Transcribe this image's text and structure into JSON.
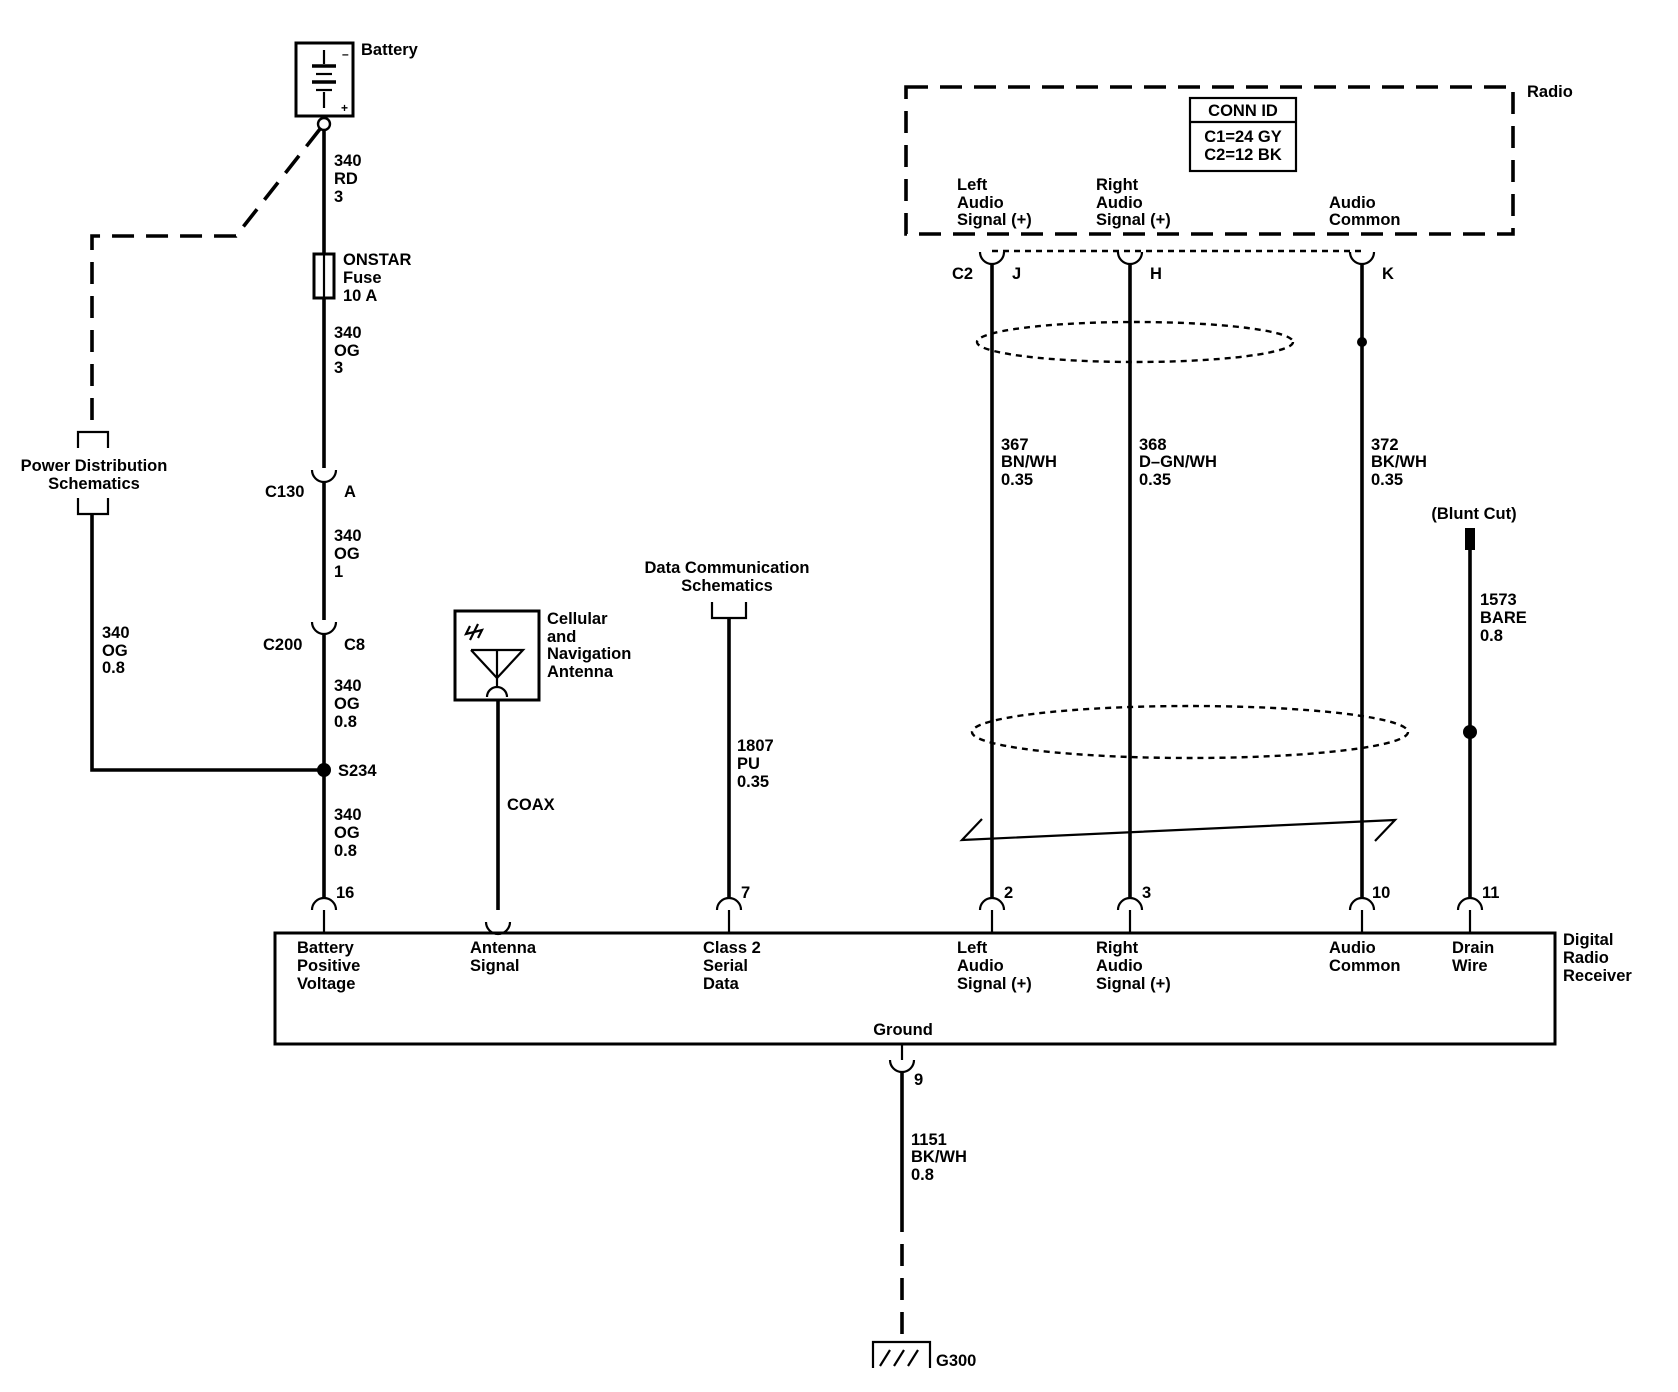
{
  "components": {
    "battery": "Battery",
    "battery_minus": "–",
    "battery_plus": "+",
    "fuse": [
      "ONSTAR",
      "Fuse",
      "10 A"
    ],
    "power_distribution": [
      "Power Distribution",
      "Schematics"
    ],
    "antenna": [
      "Cellular",
      "and",
      "Navigation",
      "Antenna"
    ],
    "data_comm": [
      "Data Communication",
      "Schematics"
    ],
    "blunt_cut": "(Blunt Cut)",
    "radio": "Radio",
    "conn_id_title": "CONN ID",
    "conn_id_lines": [
      "C1=24 GY",
      "C2=12 BK"
    ],
    "receiver": [
      "Digital",
      "Radio",
      "Receiver"
    ],
    "receiver_ground": "Ground",
    "ground_id": "G300",
    "coax": "COAX"
  },
  "connectors": {
    "c130": "C130",
    "c130_pin": "A",
    "c200": "C200",
    "c200_pin": "C8",
    "c2": "C2",
    "c2_pin_j": "J",
    "c2_pin_h": "H",
    "c2_pin_k": "K",
    "splice": "S234"
  },
  "wires": {
    "w340_rd_3": [
      "340",
      "RD",
      "3"
    ],
    "w340_og_3": [
      "340",
      "OG",
      "3"
    ],
    "w340_og_1": [
      "340",
      "OG",
      "1"
    ],
    "w340_og_08_a": [
      "340",
      "OG",
      "0.8"
    ],
    "w340_og_08_b": [
      "340",
      "OG",
      "0.8"
    ],
    "w340_og_08_pd": [
      "340",
      "OG",
      "0.8"
    ],
    "w1807": [
      "1807",
      "PU",
      "0.35"
    ],
    "w367": [
      "367",
      "BN/WH",
      "0.35"
    ],
    "w368": [
      "368",
      "D–GN/WH",
      "0.35"
    ],
    "w372": [
      "372",
      "BK/WH",
      "0.35"
    ],
    "w1573": [
      "1573",
      "BARE",
      "0.8"
    ],
    "w1151": [
      "1151",
      "BK/WH",
      "0.8"
    ]
  },
  "radio_pins": {
    "left": [
      "Left",
      "Audio",
      "Signal (+)"
    ],
    "right": [
      "Right",
      "Audio",
      "Signal (+)"
    ],
    "common": [
      "Audio",
      "Common"
    ]
  },
  "receiver_pins": [
    {
      "pin": "16",
      "label": [
        "Battery",
        "Positive",
        "Voltage"
      ]
    },
    {
      "pin": "",
      "label": [
        "Antenna",
        "Signal"
      ]
    },
    {
      "pin": "7",
      "label": [
        "Class 2",
        "Serial",
        "Data"
      ]
    },
    {
      "pin": "2",
      "label": [
        "Left",
        "Audio",
        "Signal (+)"
      ]
    },
    {
      "pin": "3",
      "label": [
        "Right",
        "Audio",
        "Signal (+)"
      ]
    },
    {
      "pin": "10",
      "label": [
        "Audio",
        "Common"
      ]
    },
    {
      "pin": "11",
      "label": [
        "Drain",
        "Wire"
      ]
    }
  ],
  "ground_pin": "9"
}
